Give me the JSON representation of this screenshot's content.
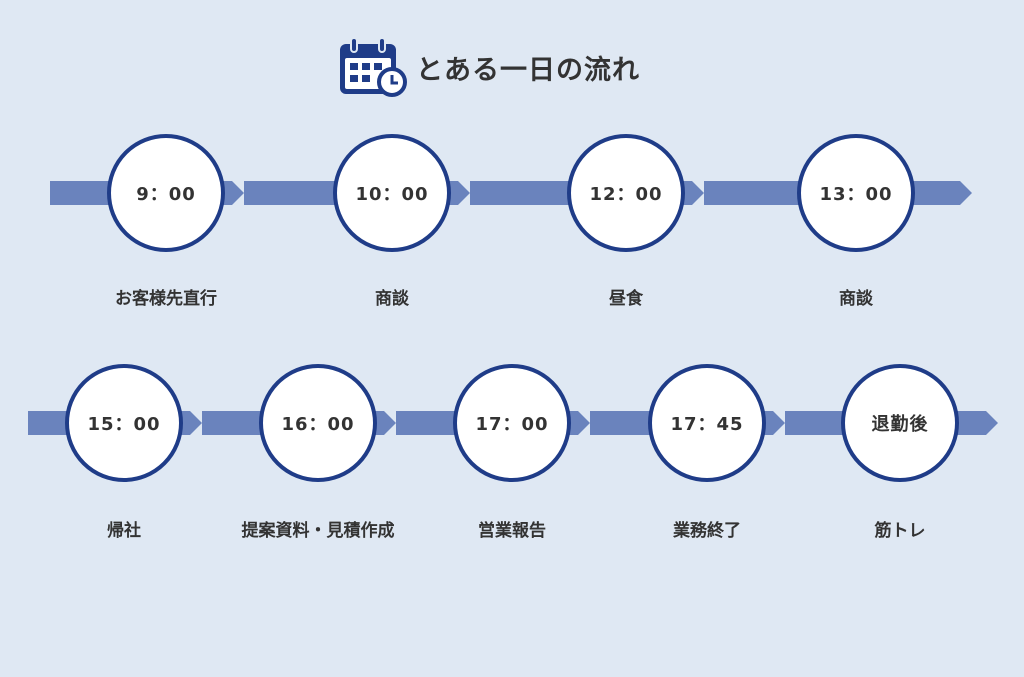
{
  "title": "とある一日の流れ",
  "icon": "calendar-clock-icon",
  "colors": {
    "background": "#dfe8f3",
    "arrow": "#6a83bd",
    "circle_border": "#1f3c88"
  },
  "rows": [
    {
      "steps": [
        {
          "time": "9：00",
          "label": "お客様先直行"
        },
        {
          "time": "10：00",
          "label": "商談"
        },
        {
          "time": "12：00",
          "label": "昼食"
        },
        {
          "time": "13：00",
          "label": "商談"
        }
      ]
    },
    {
      "steps": [
        {
          "time": "15：00",
          "label": "帰社"
        },
        {
          "time": "16：00",
          "label": "提案資料・見積作成"
        },
        {
          "time": "17：00",
          "label": "営業報告"
        },
        {
          "time": "17：45",
          "label": "業務終了"
        },
        {
          "time": "退勤後",
          "label": "筋トレ"
        }
      ]
    }
  ]
}
